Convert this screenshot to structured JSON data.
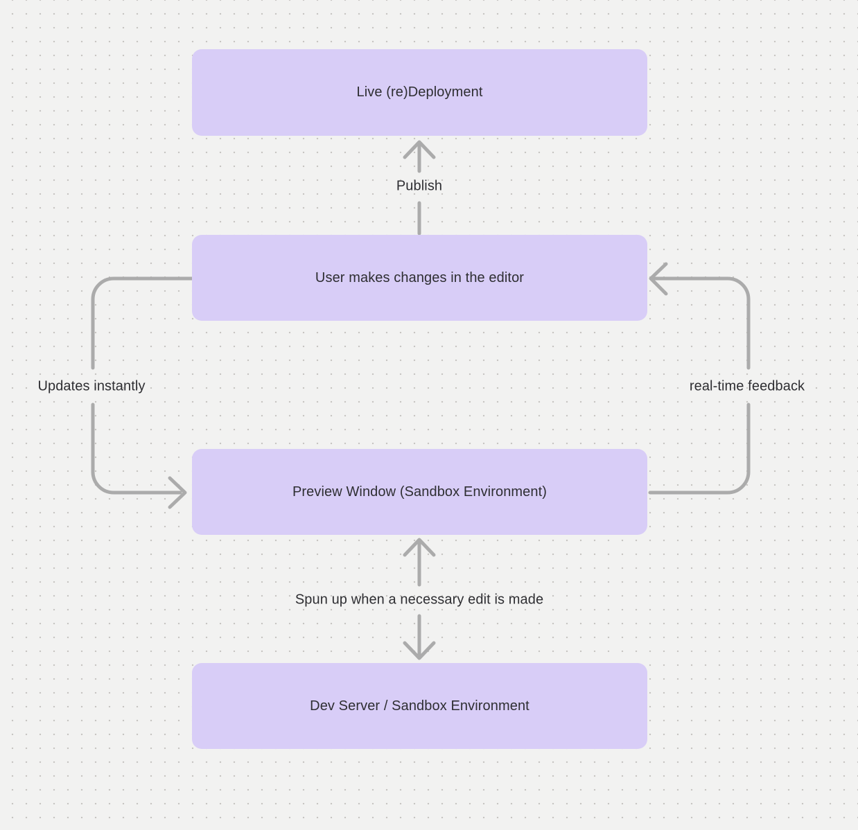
{
  "diagram": {
    "type": "flowchart",
    "nodes": [
      {
        "id": "live-deployment",
        "label": "Live (re)Deployment"
      },
      {
        "id": "user-editor",
        "label": "User makes changes in the editor"
      },
      {
        "id": "preview-window",
        "label": "Preview Window (Sandbox Environment)"
      },
      {
        "id": "dev-server",
        "label": "Dev Server / Sandbox Environment"
      }
    ],
    "edges": [
      {
        "from": "user-editor",
        "to": "live-deployment",
        "label": "Publish"
      },
      {
        "from": "user-editor",
        "to": "preview-window",
        "label": "Updates instantly"
      },
      {
        "from": "preview-window",
        "to": "user-editor",
        "label": "real-time feedback"
      },
      {
        "from": "preview-window",
        "to": "dev-server",
        "label": "Spun up when a necessary edit is made",
        "bidirectional": true
      }
    ],
    "colors": {
      "canvas_background": "#f2f2f1",
      "grid_dot": "#c7c5c2",
      "node_fill": "#d8cdf7",
      "node_text": "#2e2e32",
      "arrow": "#ababab",
      "label_text": "#2e2e32"
    }
  }
}
